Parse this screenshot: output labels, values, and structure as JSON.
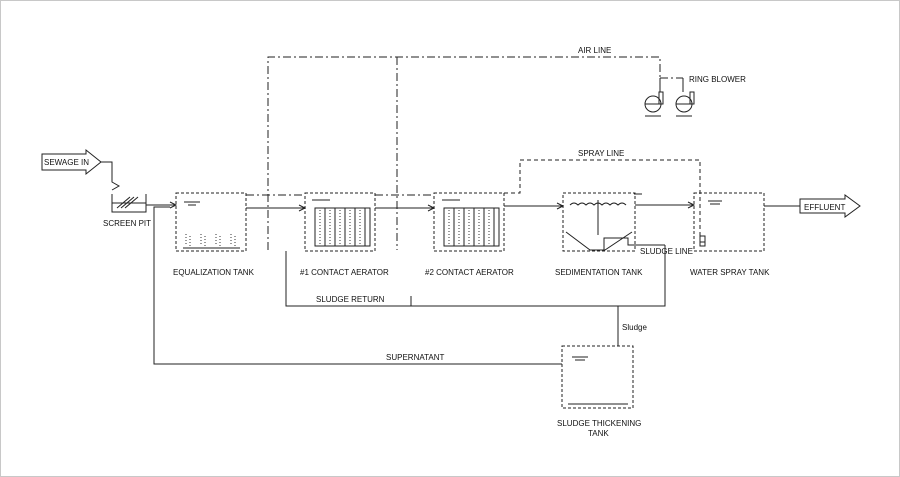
{
  "labels": {
    "sewage_in": "SEWAGE IN",
    "screen_pit": "SCREEN PIT",
    "equalization_tank": "EQUALIZATION TANK",
    "contact_aerator_1": "#1 CONTACT AERATOR",
    "contact_aerator_2": "#2 CONTACT AERATOR",
    "sedimentation_tank": "SEDIMENTATION TANK",
    "water_spray_tank": "WATER SPRAY TANK",
    "effluent": "EFFLUENT",
    "air_line": "AIR LINE",
    "ring_blower": "RING BLOWER",
    "spray_line": "SPRAY LINE",
    "sludge_line": "SLUDGE LINE",
    "sludge_return": "SLUDGE RETURN",
    "sludge": "Sludge",
    "supernatant": "SUPERNATANT",
    "sludge_thickening_tank_1": "SLUDGE THICKENING",
    "sludge_thickening_tank_2": "TANK"
  }
}
